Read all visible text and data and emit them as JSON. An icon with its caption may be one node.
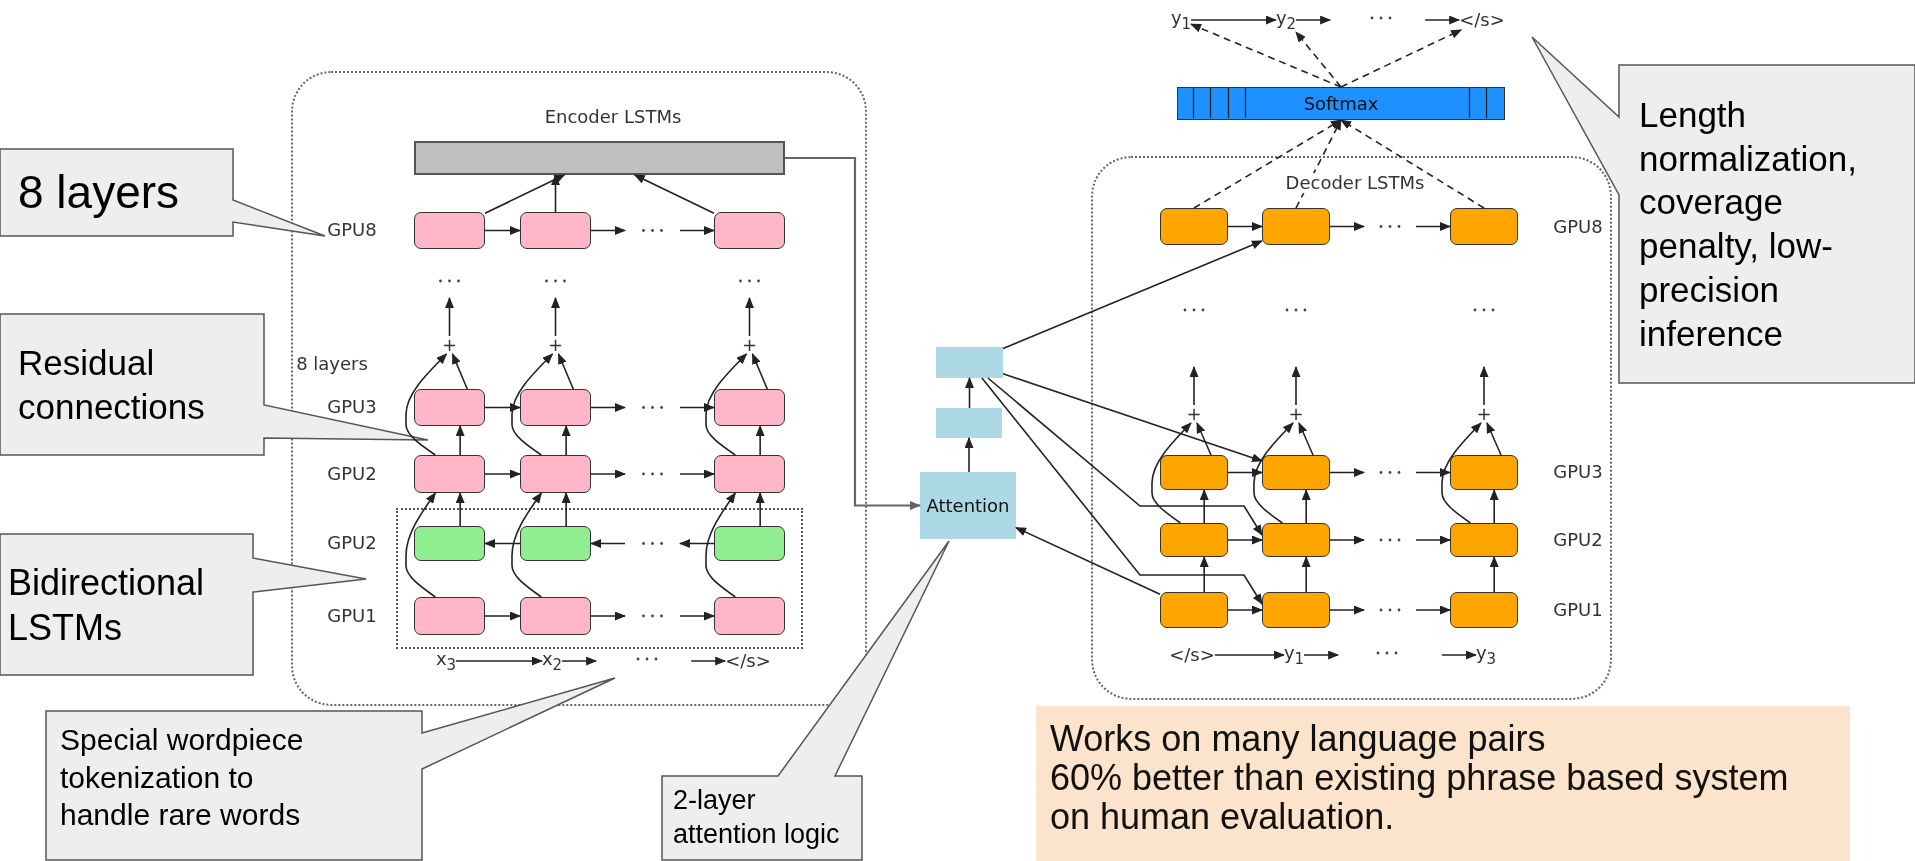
{
  "diagram": {
    "nodes": [
      {
        "text": [
          "Encoder LSTMs"
        ]
      },
      {
        "text": [],
        "shape": "bar",
        "in": 0
      },
      {
        "text": [],
        "shape": "box",
        "in": 0
      },
      {
        "text": [],
        "shape": "box",
        "in": 0
      },
      {
        "text": [],
        "shape": "box",
        "in": 0
      },
      {
        "text": [],
        "shape": "box",
        "in": 0
      },
      {
        "text": [
          "+"
        ],
        "in": 0
      },
      {
        "text": [
          "+"
        ],
        "in": 0
      },
      {
        "text": [
          "+"
        ],
        "in": 0
      },
      {
        "text": [],
        "shape": "box",
        "in": 0
      },
      {
        "text": [],
        "shape": "box",
        "in": 0
      },
      {
        "text": [],
        "shape": "box",
        "in": 0
      },
      {
        "text": [],
        "shape": "box",
        "in": 0
      },
      {
        "text": [],
        "shape": "box",
        "in": 0
      },
      {
        "text": [],
        "shape": "box",
        "in": 0
      },
      {
        "text": [],
        "shape": "box",
        "in": 2
      },
      {
        "text": [],
        "shape": "box",
        "in": 2
      },
      {
        "text": [],
        "shape": "box",
        "in": 2
      },
      {
        "text": [],
        "shape": "box",
        "in": 2
      },
      {
        "text": [],
        "shape": "box",
        "in": 2
      },
      {
        "text": [],
        "shape": "box",
        "in": 2
      },
      {
        "text": [
          "x$_{3}$"
        ],
        "in": 0
      },
      {
        "text": [
          "x$_{2}$"
        ],
        "in": 0
      },
      {
        "text": [
          "</s>"
        ],
        "in": 0
      },
      {
        "text": [
          "Softmax"
        ]
      },
      {
        "text": [
          "y$_{1}$"
        ]
      },
      {
        "text": [
          "y$_{2}$"
        ]
      },
      {
        "text": [
          "</s>"
        ]
      },
      {
        "text": [
          "Decoder LSTMs"
        ]
      },
      {
        "text": [],
        "shape": "box",
        "in": 28
      },
      {
        "text": [],
        "shape": "box",
        "in": 28
      },
      {
        "text": [],
        "shape": "box",
        "in": 28
      },
      {
        "text": [
          "+"
        ],
        "in": 28
      },
      {
        "text": [
          "+"
        ],
        "in": 28
      },
      {
        "text": [
          "+"
        ],
        "in": 28
      },
      {
        "text": [],
        "shape": "box",
        "in": 28
      },
      {
        "text": [],
        "shape": "box",
        "in": 28
      },
      {
        "text": [],
        "shape": "box",
        "in": 28
      },
      {
        "text": [],
        "shape": "box",
        "in": 28
      },
      {
        "text": [],
        "shape": "box",
        "in": 28
      },
      {
        "text": [],
        "shape": "box",
        "in": 28
      },
      {
        "text": [],
        "shape": "box",
        "in": 28
      },
      {
        "text": [],
        "shape": "box",
        "in": 28
      },
      {
        "text": [],
        "shape": "box",
        "in": 28
      },
      {
        "text": [
          "</s>"
        ],
        "in": 28
      },
      {
        "text": [
          "y$_{1}$"
        ],
        "in": 28
      },
      {
        "text": [
          "y$_{3}$"
        ],
        "in": 28
      },
      {
        "text": [
          "Attention"
        ]
      },
      {
        "text": [],
        "shape": "box"
      },
      {
        "text": [],
        "shape": "box"
      },
      {
        "text": [
          "8 layers"
        ]
      },
      {
        "text": [
          "Residual connections"
        ]
      },
      {
        "text": [
          "Bidirectional LSTMs"
        ]
      },
      {
        "text": [
          "Special wordpiece tokenization to handle rare words"
        ]
      },
      {
        "text": [
          "2-layer attention logic"
        ]
      },
      {
        "text": [
          "Length normalization, coverage penalty, low-precision inference"
        ]
      },
      {
        "text": [
          "Works on many language pairs",
          "60% better than existing phrase based system on human evaluation."
        ]
      }
    ],
    "edges": [
      {
        "from": 3,
        "to": 4,
        "arrow": "to"
      },
      {
        "from": 4,
        "to": null,
        "arrow": "to"
      },
      {
        "from": null,
        "to": 5,
        "arrow": "to"
      },
      {
        "from": 9,
        "to": 10,
        "arrow": "to"
      },
      {
        "from": 10,
        "to": null,
        "arrow": "to"
      },
      {
        "from": null,
        "to": 11,
        "arrow": "to"
      },
      {
        "from": 12,
        "to": 13,
        "arrow": "to"
      },
      {
        "from": 13,
        "to": null,
        "arrow": "to"
      },
      {
        "from": null,
        "to": 14,
        "arrow": "to"
      },
      {
        "from": 16,
        "to": 15,
        "arrow": "to"
      },
      {
        "from": 17,
        "to": null,
        "arrow": "to"
      },
      {
        "from": null,
        "to": 16,
        "arrow": "to"
      },
      {
        "from": 18,
        "to": 19,
        "arrow": "to"
      },
      {
        "from": 19,
        "to": null,
        "arrow": "to"
      },
      {
        "from": null,
        "to": 20,
        "arrow": "to"
      },
      {
        "from": 21,
        "to": 22,
        "arrow": "to"
      },
      {
        "from": 22,
        "to": null,
        "arrow": "to"
      },
      {
        "from": null,
        "to": 23,
        "arrow": "to"
      },
      {
        "from": 3,
        "to": 1,
        "arrow": "to"
      },
      {
        "from": 4,
        "to": 1,
        "arrow": "to"
      },
      {
        "from": 5,
        "to": 1,
        "arrow": "to"
      },
      {
        "from": 6,
        "to": null,
        "arrow": "to"
      },
      {
        "from": 7,
        "to": null,
        "arrow": "to"
      },
      {
        "from": 8,
        "to": null,
        "arrow": "to"
      },
      {
        "from": 9,
        "to": 6,
        "arrow": "to"
      },
      {
        "from": 10,
        "to": 7,
        "arrow": "to"
      },
      {
        "from": 11,
        "to": 8,
        "arrow": "to"
      },
      {
        "from": 12,
        "to": 6,
        "arrow": "to"
      },
      {
        "from": 13,
        "to": 7,
        "arrow": "to"
      },
      {
        "from": 14,
        "to": 8,
        "arrow": "to"
      },
      {
        "from": 12,
        "to": 9,
        "arrow": "to"
      },
      {
        "from": 13,
        "to": 10,
        "arrow": "to"
      },
      {
        "from": 14,
        "to": 11,
        "arrow": "to"
      },
      {
        "from": 18,
        "to": 12,
        "arrow": "to"
      },
      {
        "from": 19,
        "to": 13,
        "arrow": "to"
      },
      {
        "from": 20,
        "to": 14,
        "arrow": "to"
      },
      {
        "from": 15,
        "to": 12,
        "arrow": "to"
      },
      {
        "from": 16,
        "to": 13,
        "arrow": "to"
      },
      {
        "from": 17,
        "to": 14,
        "arrow": "to"
      },
      {
        "from": 25,
        "to": 26,
        "arrow": "to"
      },
      {
        "from": 26,
        "to": null,
        "arrow": "to"
      },
      {
        "from": null,
        "to": 27,
        "arrow": "to"
      },
      {
        "from": 24,
        "to": 25,
        "arrow": "to",
        "style": "dashed"
      },
      {
        "from": 24,
        "to": 26,
        "arrow": "to",
        "style": "dashed"
      },
      {
        "from": 24,
        "to": 27,
        "arrow": "to",
        "style": "dashed"
      },
      {
        "from": 29,
        "to": 24,
        "arrow": "to",
        "style": "dashed"
      },
      {
        "from": 30,
        "to": 24,
        "arrow": "to",
        "style": "dashed"
      },
      {
        "from": 31,
        "to": 24,
        "arrow": "to",
        "style": "dashed"
      },
      {
        "from": 29,
        "to": 30,
        "arrow": "to"
      },
      {
        "from": 30,
        "to": null,
        "arrow": "to"
      },
      {
        "from": null,
        "to": 31,
        "arrow": "to"
      },
      {
        "from": 35,
        "to": 36,
        "arrow": "to"
      },
      {
        "from": 36,
        "to": null,
        "arrow": "to"
      },
      {
        "from": null,
        "to": 37,
        "arrow": "to"
      },
      {
        "from": 38,
        "to": 39,
        "arrow": "to"
      },
      {
        "from": 39,
        "to": null,
        "arrow": "to"
      },
      {
        "from": null,
        "to": 40,
        "arrow": "to"
      },
      {
        "from": 41,
        "to": 42,
        "arrow": "to"
      },
      {
        "from": 42,
        "to": null,
        "arrow": "to"
      },
      {
        "from": null,
        "to": 43,
        "arrow": "to"
      },
      {
        "from": 44,
        "to": 45,
        "arrow": "to"
      },
      {
        "from": 45,
        "to": null,
        "arrow": "to"
      },
      {
        "from": null,
        "to": 46,
        "arrow": "to"
      },
      {
        "from": 32,
        "to": null,
        "arrow": "to"
      },
      {
        "from": 33,
        "to": null,
        "arrow": "to"
      },
      {
        "from": 34,
        "to": null,
        "arrow": "to"
      },
      {
        "from": 35,
        "to": 32,
        "arrow": "to"
      },
      {
        "from": 36,
        "to": 33,
        "arrow": "to"
      },
      {
        "from": 37,
        "to": 34,
        "arrow": "to"
      },
      {
        "from": 38,
        "to": 32,
        "arrow": "to"
      },
      {
        "from": 39,
        "to": 33,
        "arrow": "to"
      },
      {
        "from": 40,
        "to": 34,
        "arrow": "to"
      },
      {
        "from": 38,
        "to": 35,
        "arrow": "to"
      },
      {
        "from": 39,
        "to": 36,
        "arrow": "to"
      },
      {
        "from": 40,
        "to": 37,
        "arrow": "to"
      },
      {
        "from": 41,
        "to": 38,
        "arrow": "to"
      },
      {
        "from": 42,
        "to": 39,
        "arrow": "to"
      },
      {
        "from": 43,
        "to": 40,
        "arrow": "to"
      },
      {
        "from": 1,
        "to": 47,
        "arrow": "to",
        "color": "#666666"
      },
      {
        "from": 41,
        "to": 47,
        "arrow": "to"
      },
      {
        "from": 47,
        "to": 49,
        "arrow": "to"
      },
      {
        "from": 49,
        "to": 48,
        "arrow": "to"
      },
      {
        "from": 48,
        "to": 30,
        "arrow": "to"
      },
      {
        "from": 48,
        "to": 36,
        "arrow": "to"
      },
      {
        "from": 48,
        "to": 39,
        "arrow": "to"
      },
      {
        "from": 48,
        "to": 42,
        "arrow": "to"
      }
    ],
    "labels": [
      "GPU8",
      "8 layers",
      "GPU3",
      "GPU2",
      "GPU2",
      "GPU1",
      "GPU8",
      "GPU3",
      "GPU2",
      "GPU1"
    ]
  }
}
